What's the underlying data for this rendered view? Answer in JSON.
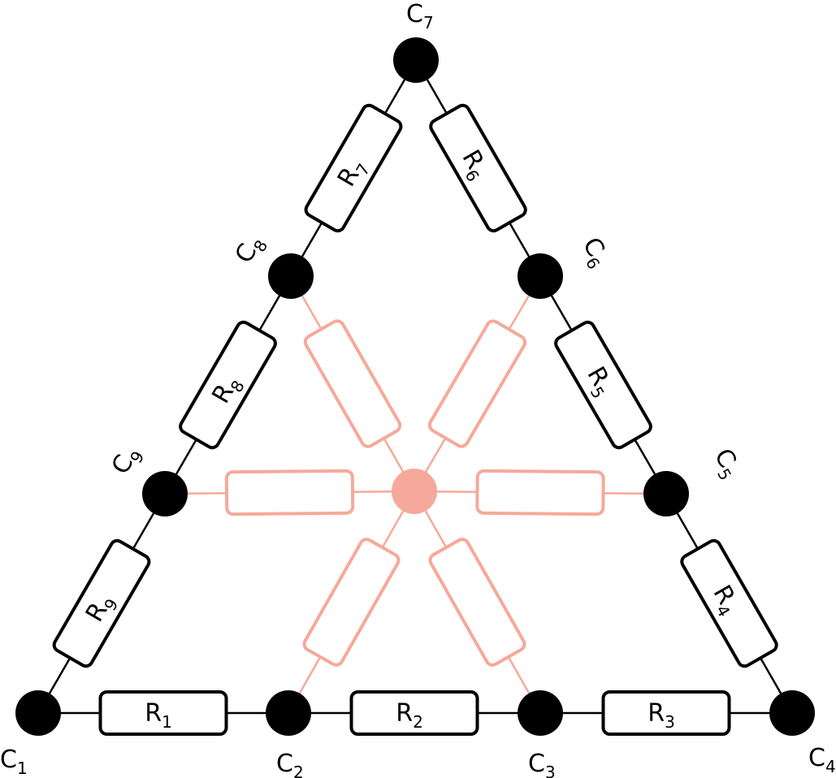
{
  "nodes": [
    {
      "main": "C",
      "sub": "1"
    },
    {
      "main": "C",
      "sub": "2"
    },
    {
      "main": "C",
      "sub": "3"
    },
    {
      "main": "C",
      "sub": "4"
    },
    {
      "main": "C",
      "sub": "5"
    },
    {
      "main": "C",
      "sub": "6"
    },
    {
      "main": "C",
      "sub": "7"
    },
    {
      "main": "C",
      "sub": "8"
    },
    {
      "main": "C",
      "sub": "9"
    }
  ],
  "resistors": [
    {
      "main": "R",
      "sub": "1"
    },
    {
      "main": "R",
      "sub": "2"
    },
    {
      "main": "R",
      "sub": "3"
    },
    {
      "main": "R",
      "sub": "4"
    },
    {
      "main": "R",
      "sub": "5"
    },
    {
      "main": "R",
      "sub": "6"
    },
    {
      "main": "R",
      "sub": "7"
    },
    {
      "main": "R",
      "sub": "8"
    },
    {
      "main": "R",
      "sub": "9"
    }
  ],
  "colors": {
    "perimeter": "#000000",
    "center": "#f6a99a"
  }
}
